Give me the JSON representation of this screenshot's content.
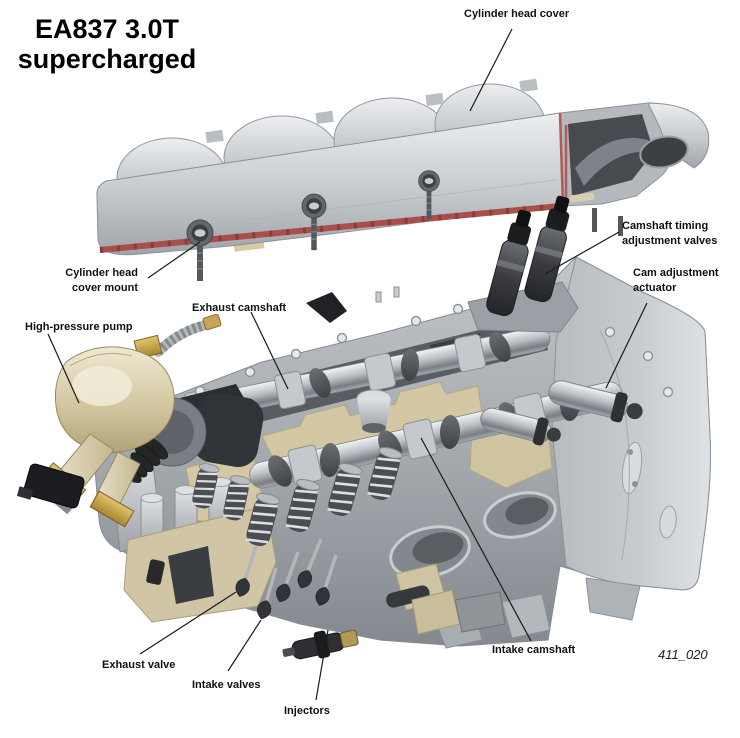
{
  "title": {
    "text": "EA837 3.0T supercharged",
    "line1": "EA837 3.0T",
    "line2": "supercharged"
  },
  "figure_number": "411_020",
  "labels": {
    "cylinder_head_cover": "Cylinder head cover",
    "camshaft_timing_adjustment_valves": "Camshaft timing adjustment valves",
    "cam_adjustment_actuator": "Cam adjustment actuator",
    "cylinder_head_cover_mount": "Cylinder head cover mount",
    "exhaust_camshaft": "Exhaust camshaft",
    "high_pressure_pump": "High-pressure pump",
    "exhaust_valve": "Exhaust valve",
    "intake_valves": "Intake valves",
    "injectors": "Injectors",
    "intake_camshaft": "Intake camshaft"
  },
  "colors": {
    "gasket_red": "#a84f4b",
    "pump_beige": "#d3c7a2",
    "metal_light": "#d6d9dc",
    "metal_mid": "#aeb3b8",
    "solenoid_dark": "#3a3c40",
    "label_text": "#111111",
    "background": "#ffffff"
  }
}
